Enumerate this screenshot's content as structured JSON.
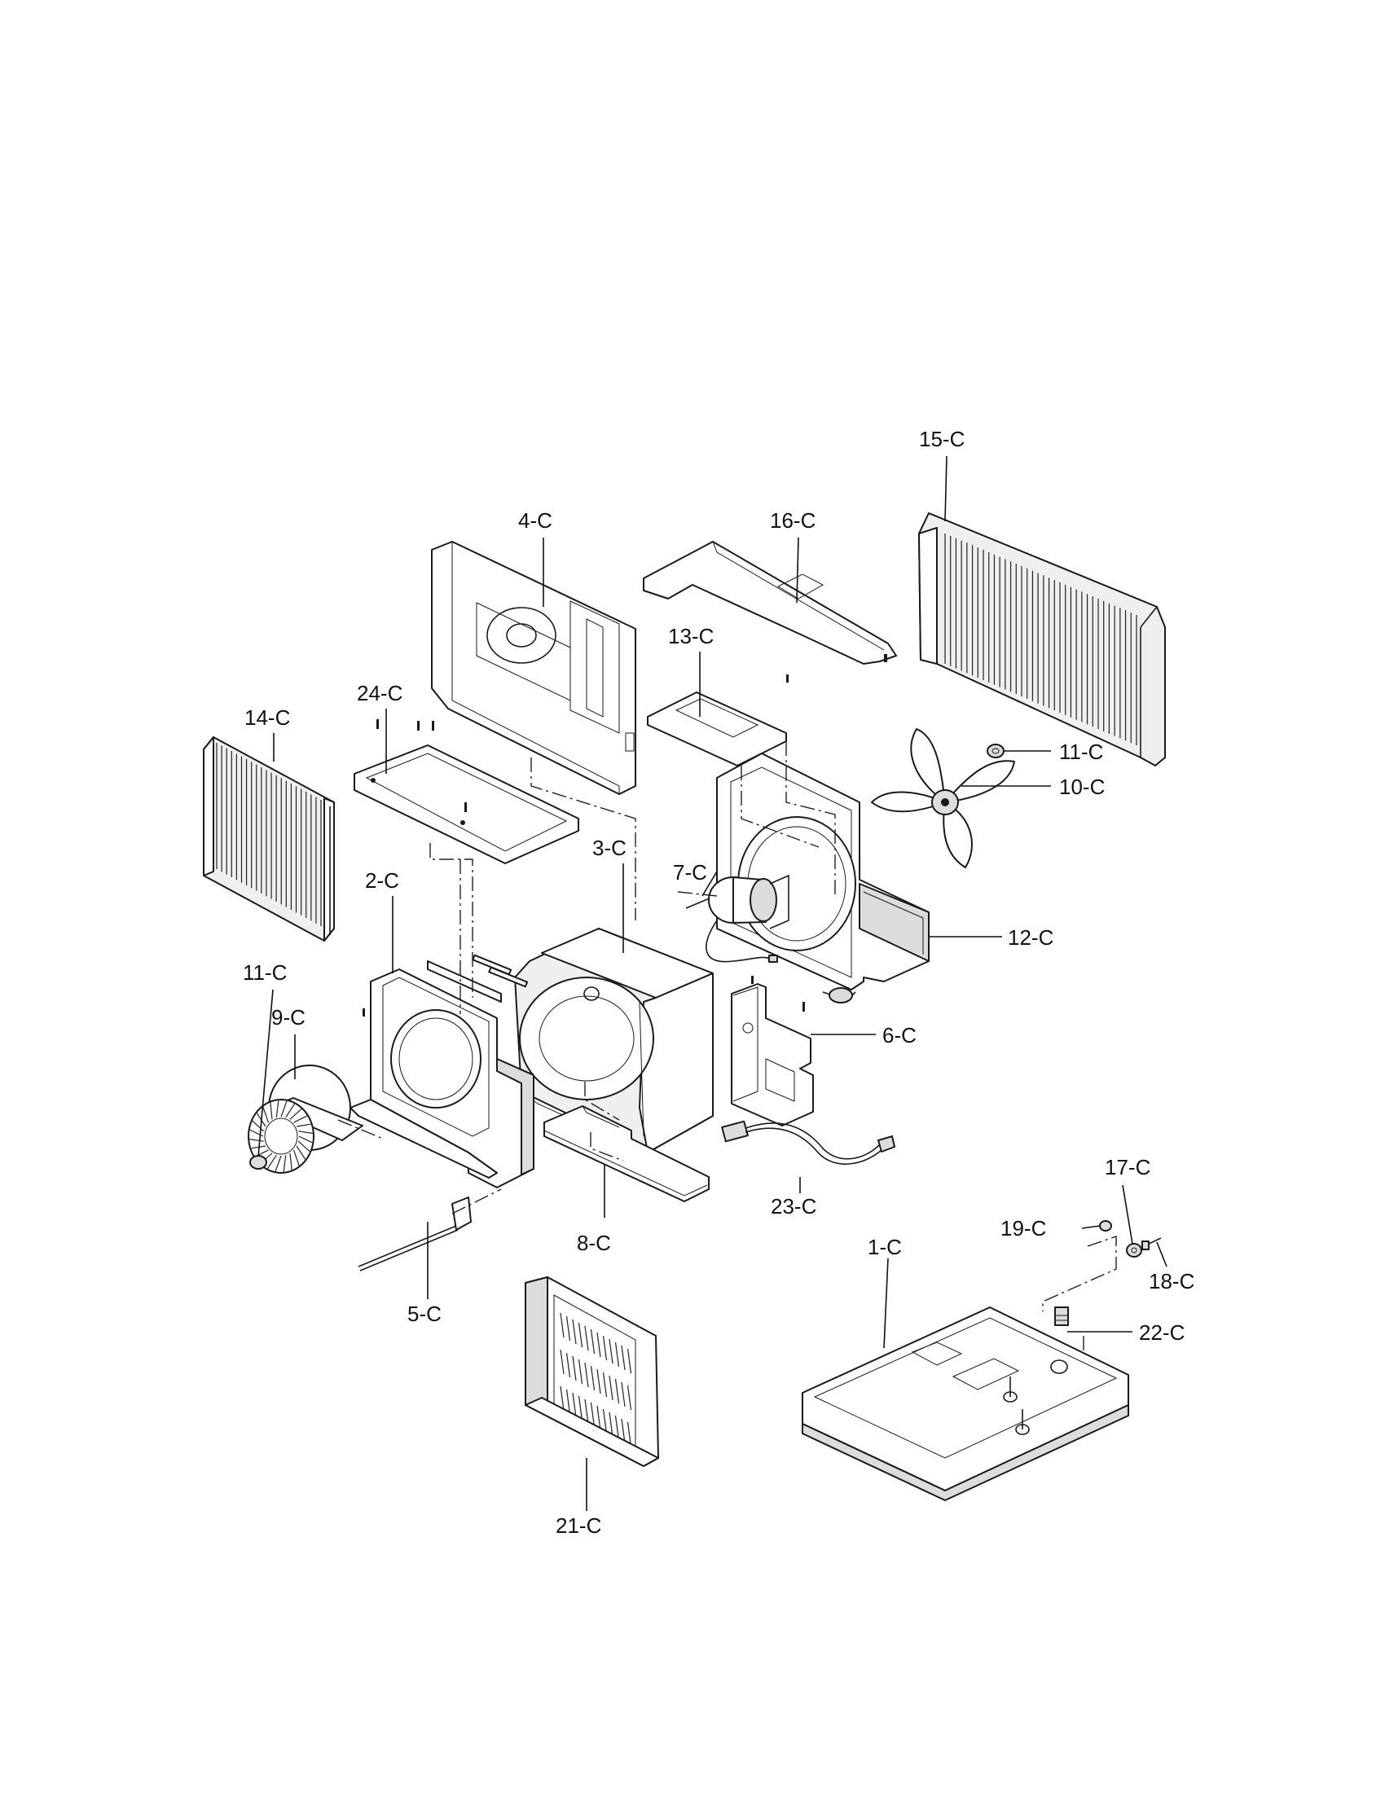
{
  "diagram": {
    "part_labels": {
      "p1": "1-C",
      "p2": "2-C",
      "p3": "3-C",
      "p4": "4-C",
      "p5": "5-C",
      "p6": "6-C",
      "p7": "7-C",
      "p8": "8-C",
      "p9": "9-C",
      "p10": "10-C",
      "p11a": "11-C",
      "p11b": "11-C",
      "p12": "12-C",
      "p13": "13-C",
      "p14": "14-C",
      "p15": "15-C",
      "p16": "16-C",
      "p17": "17-C",
      "p18": "18-C",
      "p19": "19-C",
      "p21": "21-C",
      "p22": "22-C",
      "p23": "23-C",
      "p24": "24-C"
    }
  }
}
